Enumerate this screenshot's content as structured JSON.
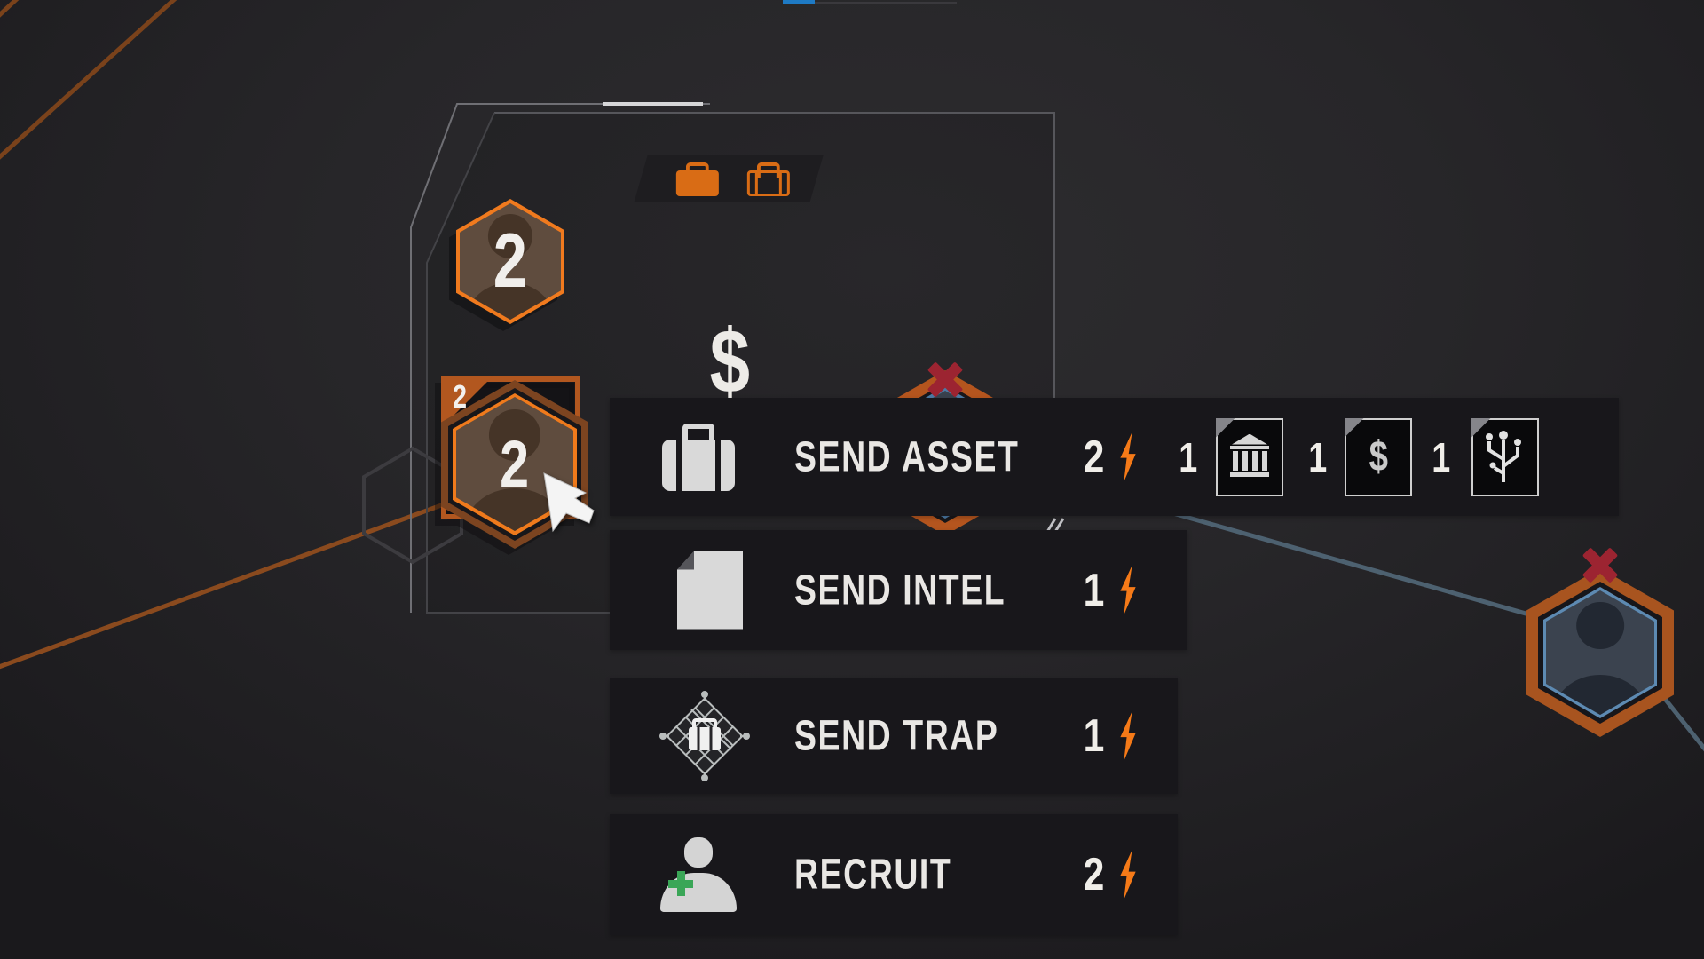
{
  "colors": {
    "accent_orange": "#ef7a1c",
    "muted_orange": "#a8541f",
    "line_orange": "#7a421b",
    "bolt_orange": "#f57a18",
    "steel_blue_line": "#4d6170",
    "hex_blue_border": "#5d8ab2",
    "red_x": "#9c2431",
    "green_plus": "#3aa657",
    "menu_bg": "#18171b",
    "text": "#e9e7e4",
    "top_bar_blue": "#1e7ac4"
  },
  "panel": {
    "currency_symbol": "$",
    "toggle": {
      "icons": [
        "briefcase-filled",
        "briefcase-outline"
      ]
    },
    "agents": [
      {
        "count": "2"
      },
      {
        "count": "2",
        "selection_badge": "2"
      }
    ]
  },
  "menu": {
    "items": [
      {
        "label": "SEND ASSET",
        "cost": "2",
        "cost_icon": "energy-bolt",
        "extras": [
          {
            "count": "1",
            "icon": "bank-document"
          },
          {
            "count": "1",
            "icon": "dollar-document",
            "symbol": "$"
          },
          {
            "count": "1",
            "icon": "usb-document"
          }
        ]
      },
      {
        "label": "SEND INTEL",
        "cost": "1",
        "cost_icon": "energy-bolt"
      },
      {
        "label": "SEND TRAP",
        "cost": "1",
        "cost_icon": "energy-bolt"
      },
      {
        "label": "RECRUIT",
        "cost": "2",
        "cost_icon": "energy-bolt"
      }
    ]
  },
  "enemy": {
    "status_icon": "red-x"
  }
}
